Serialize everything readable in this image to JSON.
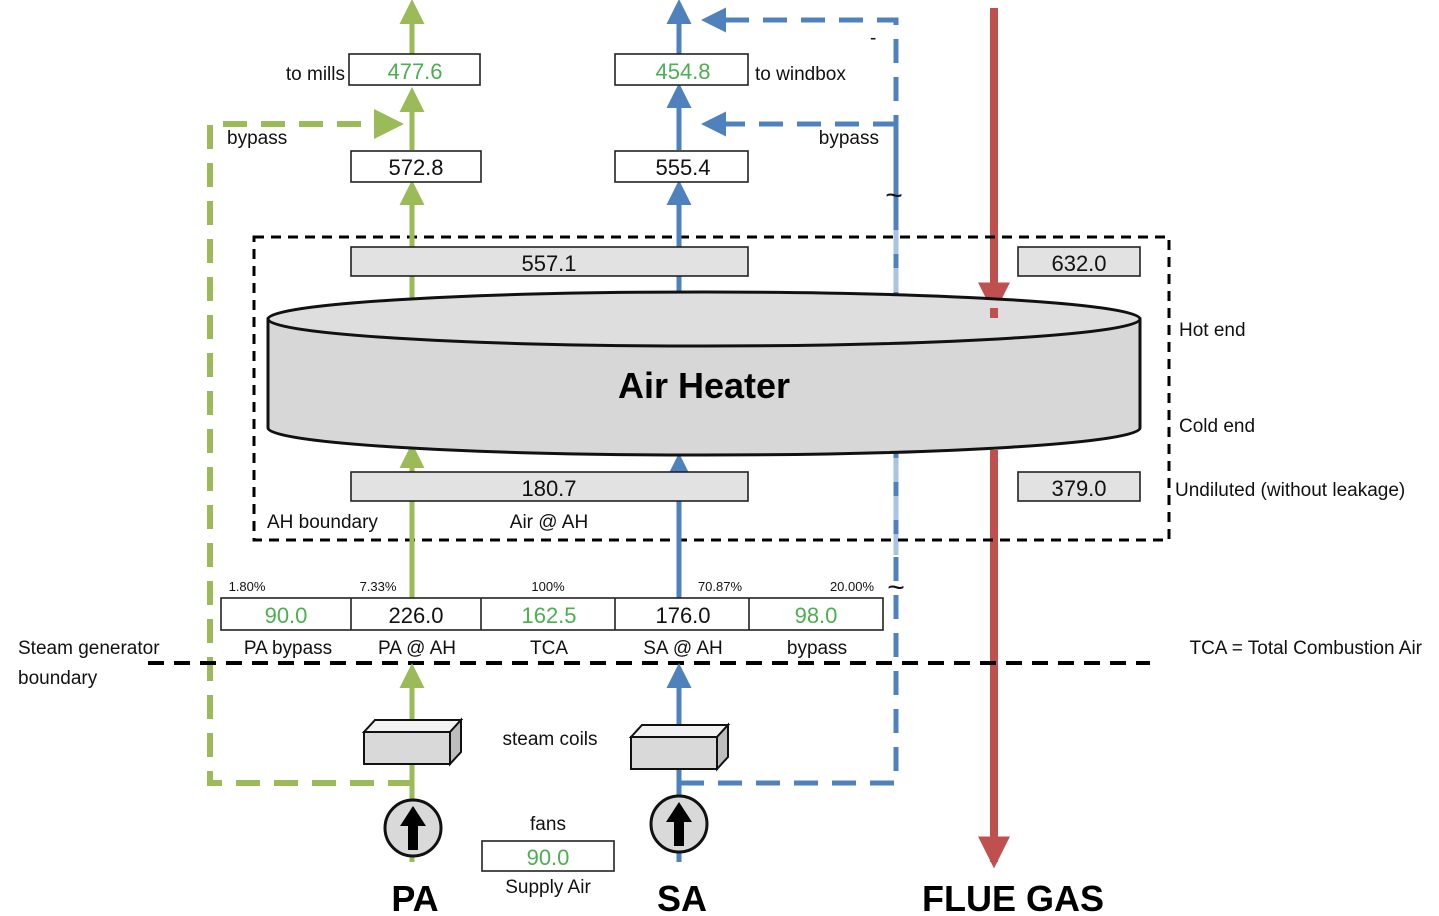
{
  "colors": {
    "pa_line": "#9bbb59",
    "sa_line": "#4f81bd",
    "sa_light": "#a9c3e0",
    "flue_gas": "#c0504d",
    "value_green": "#4caf50",
    "value_dark": "#000000"
  },
  "top_outputs": {
    "pa_label": "to mills",
    "pa_value": "477.6",
    "sa_label": "to windbox",
    "sa_value": "454.8",
    "minus_mark": "-"
  },
  "bypass_labels": {
    "pa": "bypass",
    "sa": "bypass"
  },
  "pre_mix_values": {
    "pa": "572.8",
    "sa": "555.4"
  },
  "tilde_marks": [
    "~",
    "~"
  ],
  "air_heater": {
    "title": "Air Heater",
    "hot_end_label": "Hot end",
    "cold_end_label": "Cold end",
    "air_out_temp": "557.1",
    "gas_in_temp": "632.0",
    "air_in_temp": "180.7",
    "gas_out_temp": "379.0",
    "gas_out_label": "Undiluted (without leakage)",
    "boundary_label": "AH boundary",
    "air_label": "Air @ AH"
  },
  "flow_table": {
    "columns": [
      {
        "percent": "1.80%",
        "value": "90.0",
        "label": "PA bypass",
        "value_color": "green",
        "label_color": "dark"
      },
      {
        "percent": "7.33%",
        "value": "226.0",
        "label": "PA @ AH",
        "value_color": "dark",
        "label_color": "dark"
      },
      {
        "percent": "100%",
        "value": "162.5",
        "label": "TCA",
        "value_color": "green",
        "label_color": "dark"
      },
      {
        "percent": "70.87%",
        "value": "176.0",
        "label": "SA @ AH",
        "value_color": "dark",
        "label_color": "dark"
      },
      {
        "percent": "20.00%",
        "value": "98.0",
        "label": "bypass",
        "value_color": "green",
        "label_color": "green"
      }
    ]
  },
  "steam_generator_boundary": {
    "line1": "Steam generator",
    "line2": "boundary"
  },
  "legend_note": "TCA = Total Combustion Air",
  "equipment": {
    "steam_coils_label": "steam coils",
    "fans_label": "fans",
    "supply_air_value": "90.0",
    "supply_air_label": "Supply Air"
  },
  "stream_names": {
    "pa": "PA",
    "sa": "SA",
    "flue_gas": "FLUE GAS"
  }
}
